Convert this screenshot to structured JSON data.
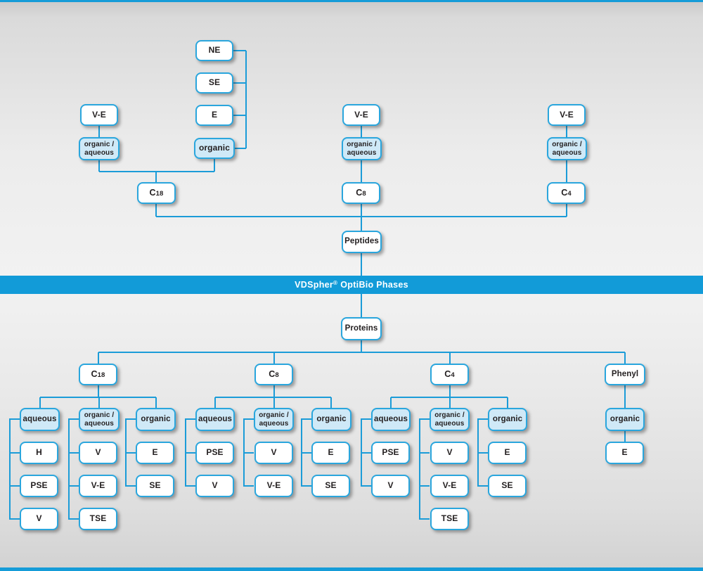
{
  "colors": {
    "accent_blue": "#159cd8",
    "box_border_blue": "#2aa6dd",
    "light_blue_fill": "#cfe9f7"
  },
  "banner": {
    "brand": "VDSpher",
    "reg": "®",
    "rest": "OptiBio Phases"
  },
  "peptides": {
    "root": "Peptides",
    "left": {
      "ve": "V-E",
      "mode": "organic /\naqueous",
      "stack": [
        "NE",
        "SE",
        "E"
      ],
      "stack_mode": "organic",
      "column": {
        "prefix": "C",
        "digits": "18"
      }
    },
    "middle": {
      "ve": "V-E",
      "mode": "organic /\naqueous",
      "column": {
        "prefix": "C",
        "digits": "8"
      }
    },
    "right": {
      "ve": "V-E",
      "mode": "organic /\naqueous",
      "column": {
        "prefix": "C",
        "digits": "4"
      }
    }
  },
  "proteins": {
    "root": "Proteins",
    "columns": [
      {
        "prefix": "C",
        "digits": "18",
        "modes": [
          {
            "label": "aqueous",
            "children": [
              "H",
              "PSE",
              "V"
            ]
          },
          {
            "label": "organic /\naqueous",
            "children": [
              "V",
              "V-E",
              "TSE"
            ]
          },
          {
            "label": "organic",
            "children": [
              "E",
              "SE"
            ]
          }
        ]
      },
      {
        "prefix": "C",
        "digits": "8",
        "modes": [
          {
            "label": "aqueous",
            "children": [
              "PSE",
              "V"
            ]
          },
          {
            "label": "organic /\naqueous",
            "children": [
              "V",
              "V-E"
            ]
          },
          {
            "label": "organic",
            "children": [
              "E",
              "SE"
            ]
          }
        ]
      },
      {
        "prefix": "C",
        "digits": "4",
        "modes": [
          {
            "label": "aqueous",
            "children": [
              "PSE",
              "V"
            ]
          },
          {
            "label": "organic /\naqueous",
            "children": [
              "V",
              "V-E",
              "TSE"
            ]
          },
          {
            "label": "organic",
            "children": [
              "E",
              "SE"
            ]
          }
        ]
      },
      {
        "prefix": "Phenyl",
        "digits": "",
        "modes": [
          {
            "label": "organic",
            "children": [
              "E"
            ]
          }
        ]
      }
    ]
  }
}
